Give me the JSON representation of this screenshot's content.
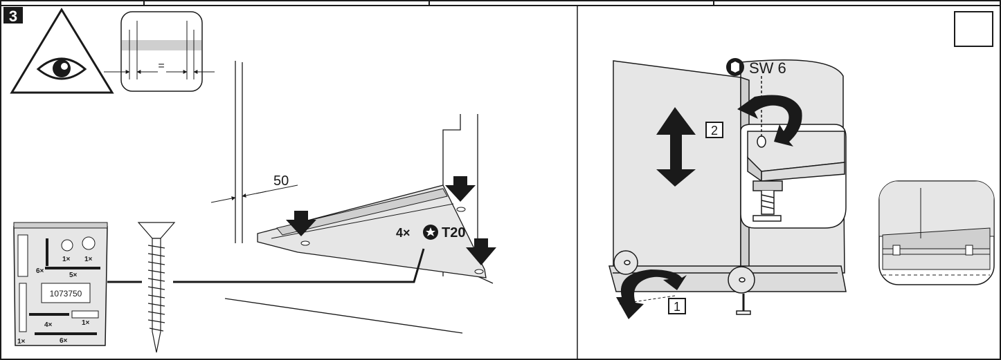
{
  "step_number": "3",
  "gap_symbol": "=",
  "distance_label": "50",
  "screw_qty": "4×",
  "screw_drive": "T20",
  "kit": {
    "part_number": "1073750",
    "counts": [
      "6×",
      "1×",
      "1×",
      "5×",
      "4×",
      "1×",
      "6×",
      "1×"
    ]
  },
  "wrench_label": "SW 6",
  "callout_1": "1",
  "callout_2": "2",
  "icons": [
    "eye-warning-icon",
    "hex-socket-icon",
    "torx-icon",
    "down-arrow-icon",
    "rotate-arrow-icon",
    "up-down-arrow-icon"
  ],
  "colors": {
    "panel": "#e6e6e6",
    "shade": "#cfcfcf",
    "dark": "#333333",
    "line": "#1a1a1a"
  }
}
